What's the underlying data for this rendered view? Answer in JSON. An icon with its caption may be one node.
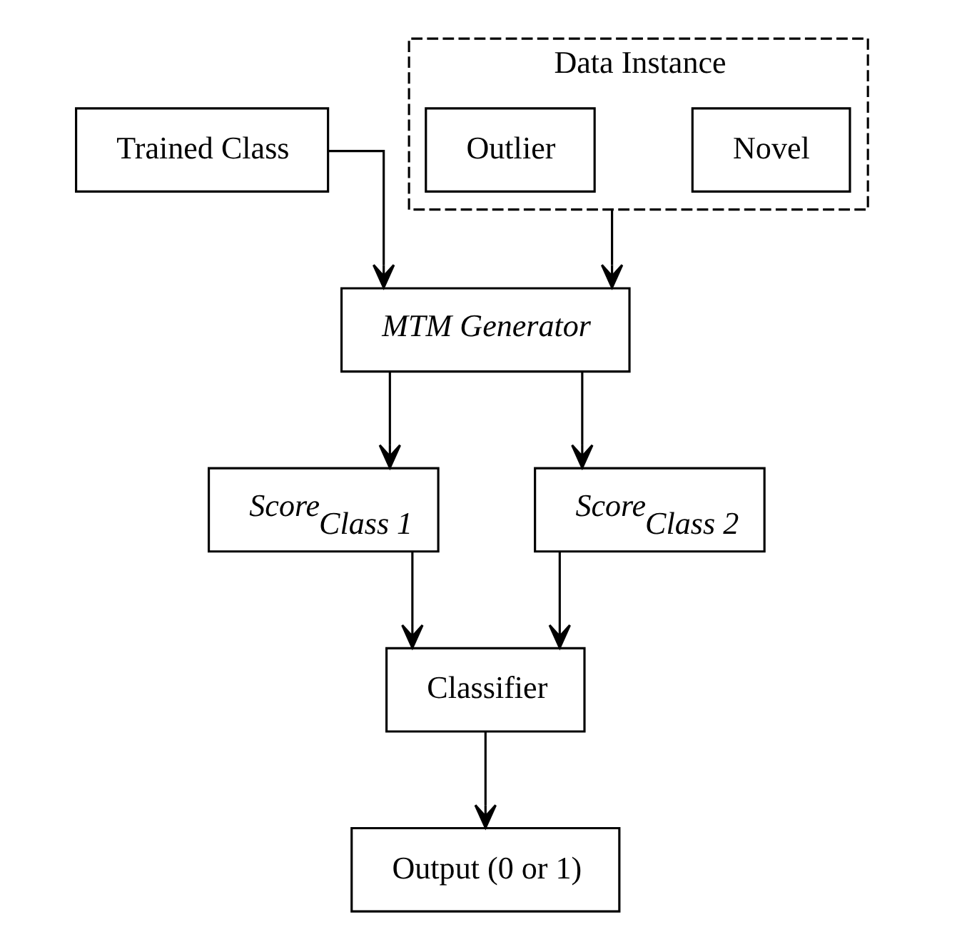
{
  "diagram": {
    "nodes": [
      {
        "text": [
          "Trained Class"
        ]
      },
      {
        "text": [
          "Data Instance"
        ]
      },
      {
        "text": [
          "Novel"
        ],
        "in": 1
      },
      {
        "text": [
          "Outlier"
        ],
        "in": 1
      },
      {
        "text": [
          "MTM Generator"
        ]
      },
      {
        "text": [
          "Score$_{Class 1}$"
        ]
      },
      {
        "text": [
          "Score$_{Class 2}$"
        ]
      },
      {
        "text": [
          "Classifier"
        ]
      },
      {
        "text": [
          "Output (0 or 1)"
        ]
      }
    ],
    "edges": [
      {
        "from": 0,
        "to": 4,
        "arrow": "to"
      },
      {
        "from": 1,
        "to": 4,
        "arrow": "to"
      },
      {
        "from": 4,
        "to": 5,
        "arrow": "to"
      },
      {
        "from": 4,
        "to": 6,
        "arrow": "to"
      },
      {
        "from": 5,
        "to": 7,
        "arrow": "to"
      },
      {
        "from": 6,
        "to": 7,
        "arrow": "to"
      },
      {
        "from": 7,
        "to": 8,
        "arrow": "to"
      }
    ]
  }
}
